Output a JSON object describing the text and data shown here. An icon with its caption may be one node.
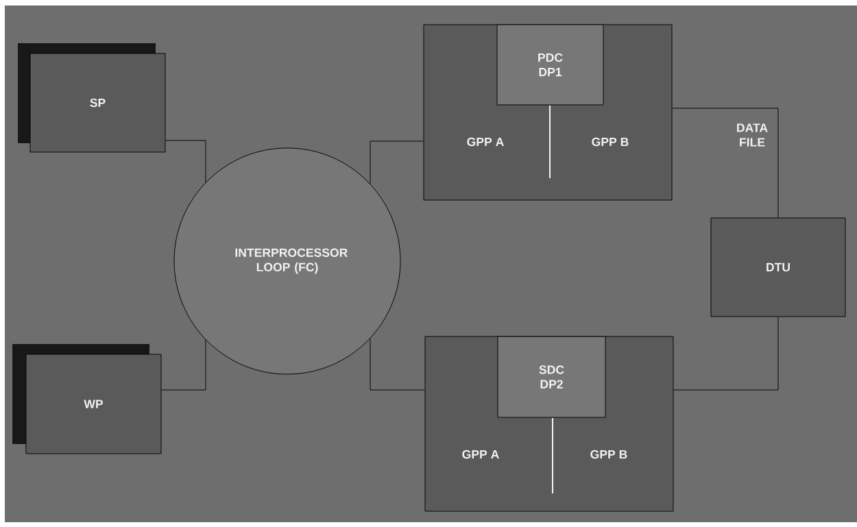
{
  "diagram": {
    "nodes": [
      {
        "text": [
          "SP"
        ]
      },
      {
        "text": [
          "WP"
        ]
      },
      {
        "text": [
          "INTERPROCESSOR LOOP (FC)"
        ]
      },
      {
        "text": [
          "GPP A",
          "GPP B"
        ]
      },
      {
        "text": [
          "PDC DP1"
        ],
        "in": 3
      },
      {
        "text": [
          "GPP A",
          "GPP B"
        ]
      },
      {
        "text": [
          "SDC DP2"
        ],
        "in": 5
      },
      {
        "text": [
          "DTU"
        ]
      }
    ],
    "edges": [
      {
        "from": 0,
        "to": 2,
        "arrow": "none"
      },
      {
        "from": 1,
        "to": 2,
        "arrow": "none"
      },
      {
        "from": 2,
        "to": 3,
        "arrow": "none"
      },
      {
        "from": 2,
        "to": 5,
        "arrow": "none"
      },
      {
        "from": 3,
        "to": 7,
        "arrow": "none",
        "label": "DATA FILE"
      },
      {
        "from": 5,
        "to": 7,
        "arrow": "none"
      }
    ]
  }
}
